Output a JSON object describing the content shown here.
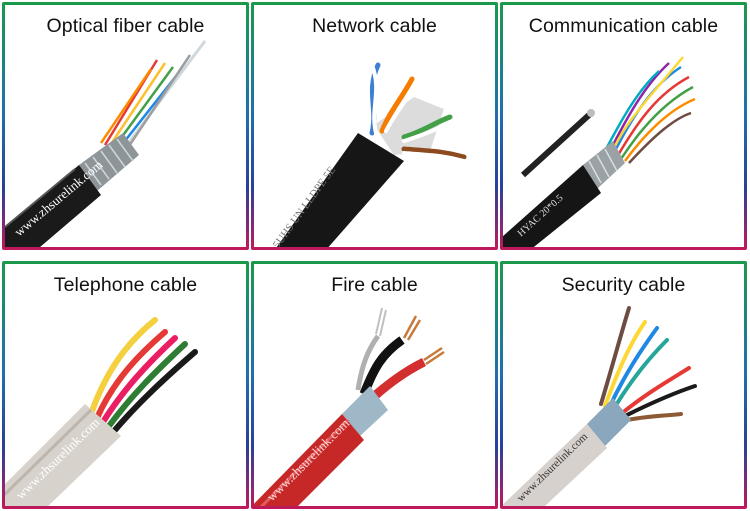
{
  "cards": [
    {
      "title": "Optical fiber cable",
      "watermark": "www.zhsurelink.com",
      "jacket_text": ""
    },
    {
      "title": "Network cable",
      "watermark": "",
      "jacket_text": "5UHS UN LLDPE 5E"
    },
    {
      "title": "Communication cable",
      "watermark": "",
      "jacket_text": "HYAC 20*0.5"
    },
    {
      "title": "Telephone cable",
      "watermark": "www.zhsurelink.com",
      "jacket_text": ""
    },
    {
      "title": "Fire cable",
      "watermark": "www.zhsurelink.com",
      "jacket_text": ""
    },
    {
      "title": "Security cable",
      "watermark": "www.zhsurelink.com",
      "jacket_text": ""
    }
  ]
}
